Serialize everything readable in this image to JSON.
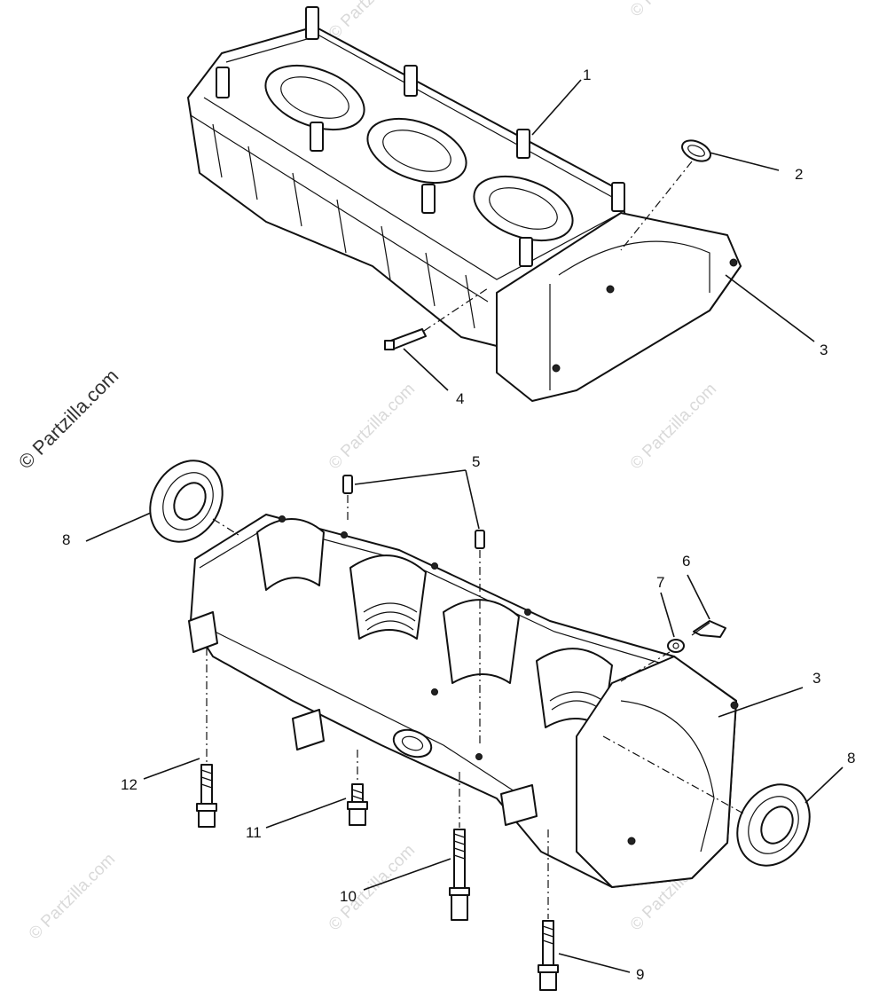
{
  "watermark": {
    "main": "© Partzilla.com",
    "repeat": "© Partzilla.com"
  },
  "callouts": {
    "c1": "1",
    "c2": "2",
    "c3_upper": "3",
    "c4": "4",
    "c5": "5",
    "c6": "6",
    "c7": "7",
    "c3_lower": "3",
    "c8_left": "8",
    "c8_right": "8",
    "c9": "9",
    "c10": "10",
    "c11": "11",
    "c12": "12"
  }
}
